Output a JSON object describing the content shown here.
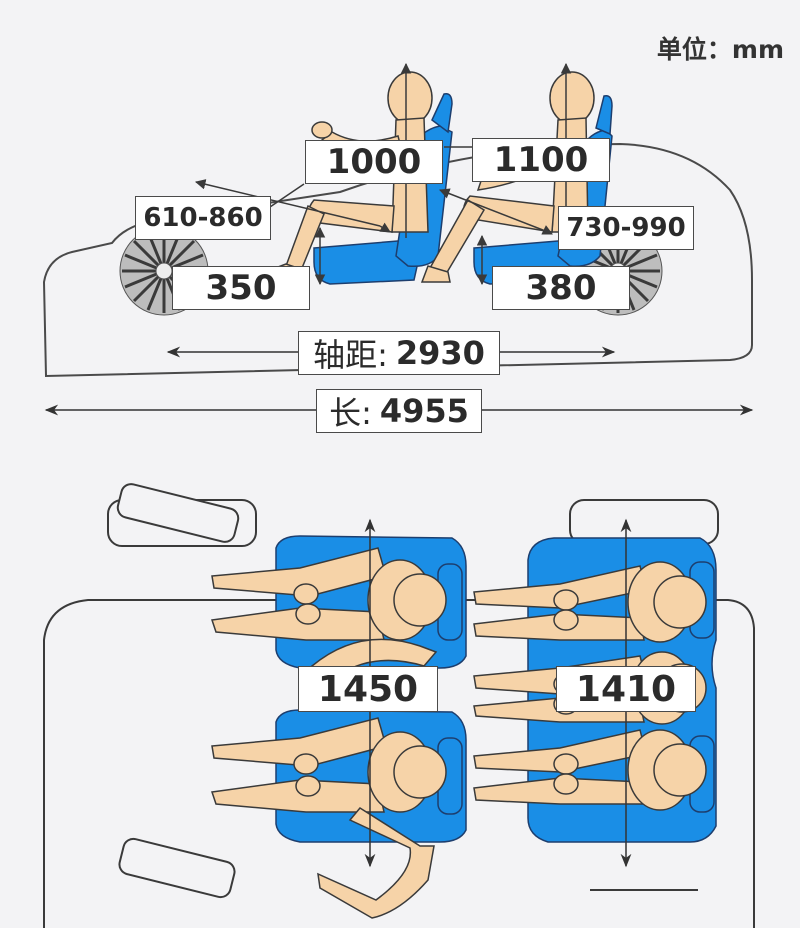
{
  "unit_label": "单位：mm",
  "side_view": {
    "front_headroom": "1000",
    "rear_headroom": "1100",
    "front_legroom": "610-860",
    "rear_legroom": "730-990",
    "front_seat_height": "350",
    "rear_seat_height": "380",
    "wheelbase_prefix": "轴距:",
    "wheelbase_value": "2930",
    "length_prefix": "长:",
    "length_value": "4955"
  },
  "top_view": {
    "front_width": "1450",
    "rear_width": "1410"
  },
  "colors": {
    "seat_blue": "#1a8ee6",
    "skin": "#f6d3a8",
    "outline": "#3a3a3a",
    "background": "#f3f3f5"
  }
}
